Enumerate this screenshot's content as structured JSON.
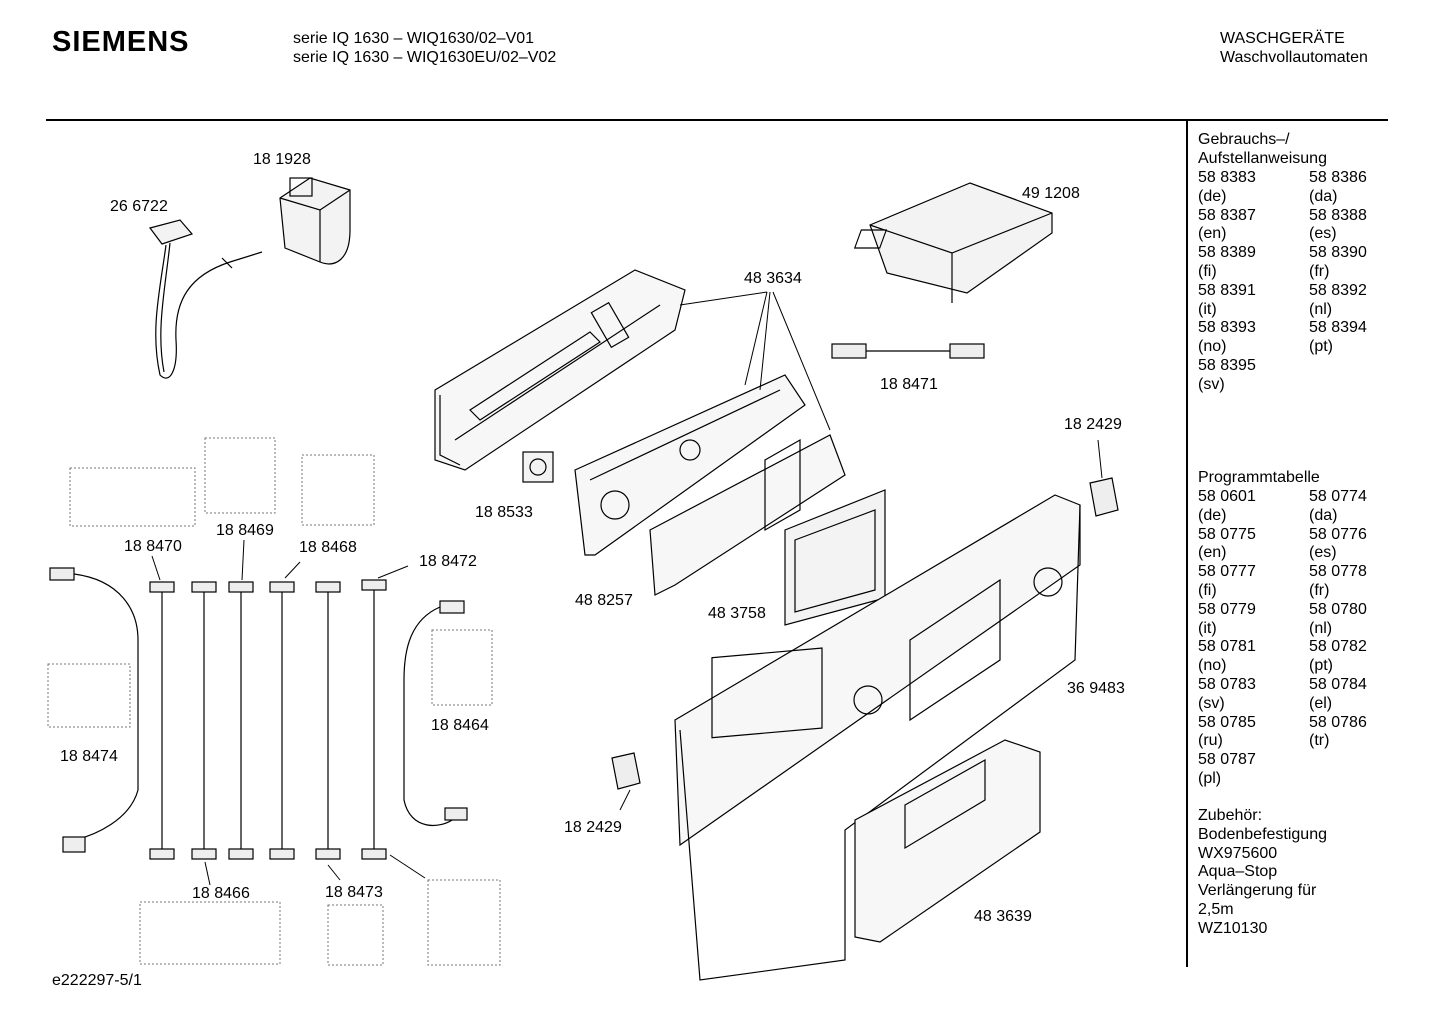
{
  "header": {
    "brand": "SIEMENS",
    "series_lines": [
      "serie IQ 1630 – WIQ1630/02–V01",
      "serie IQ 1630 – WIQ1630EU/02–V02"
    ],
    "category_lines": [
      "WASCHGERÄTE",
      "Waschvollautomaten"
    ]
  },
  "diagram": {
    "part_labels": [
      {
        "id": "p181928",
        "text": "18 1928"
      },
      {
        "id": "p266722",
        "text": "26 6722"
      },
      {
        "id": "p491208",
        "text": "49 1208"
      },
      {
        "id": "p483634",
        "text": "48 3634"
      },
      {
        "id": "p188471",
        "text": "18 8471"
      },
      {
        "id": "p182429a",
        "text": "18 2429"
      },
      {
        "id": "p188533",
        "text": "18 8533"
      },
      {
        "id": "p188470",
        "text": "18 8470"
      },
      {
        "id": "p188469",
        "text": "18 8469"
      },
      {
        "id": "p188468",
        "text": "18 8468"
      },
      {
        "id": "p188472",
        "text": "18 8472"
      },
      {
        "id": "p488257",
        "text": "48 8257"
      },
      {
        "id": "p483758",
        "text": "48 3758"
      },
      {
        "id": "p369483",
        "text": "36 9483"
      },
      {
        "id": "p188474",
        "text": "18 8474"
      },
      {
        "id": "p188464",
        "text": "18 8464"
      },
      {
        "id": "p182429b",
        "text": "18 2429"
      },
      {
        "id": "p188466",
        "text": "18 8466"
      },
      {
        "id": "p188473",
        "text": "18 8473"
      },
      {
        "id": "p483639",
        "text": "48 3639"
      }
    ]
  },
  "sidebar": {
    "manual": {
      "title_lines": [
        "Gebrauchs–/",
        "Aufstellanweisung"
      ],
      "entries": [
        [
          "58 8383",
          "58 8386"
        ],
        [
          "(de)",
          "(da)"
        ],
        [
          "58 8387",
          "58 8388"
        ],
        [
          "(en)",
          "(es)"
        ],
        [
          "58 8389",
          "58 8390"
        ],
        [
          "(fi)",
          "(fr)"
        ],
        [
          "58 8391",
          "58 8392"
        ],
        [
          "(it)",
          "(nl)"
        ],
        [
          "58 8393",
          "58 8394"
        ],
        [
          "(no)",
          "(pt)"
        ],
        [
          "58 8395",
          ""
        ],
        [
          "(sv)",
          ""
        ]
      ]
    },
    "program_table": {
      "title": "Programmtabelle",
      "entries": [
        [
          "58 0601",
          "58 0774"
        ],
        [
          "(de)",
          "(da)"
        ],
        [
          "58 0775",
          "58 0776"
        ],
        [
          "(en)",
          "(es)"
        ],
        [
          "58 0777",
          "58 0778"
        ],
        [
          "(fi)",
          "(fr)"
        ],
        [
          "58 0779",
          "58 0780"
        ],
        [
          "(it)",
          "(nl)"
        ],
        [
          "58 0781",
          "58 0782"
        ],
        [
          "(no)",
          "(pt)"
        ],
        [
          "58 0783",
          "58 0784"
        ],
        [
          "(sv)",
          "(el)"
        ],
        [
          "58 0785",
          "58 0786"
        ],
        [
          "(ru)",
          "(tr)"
        ],
        [
          "58 0787",
          ""
        ],
        [
          "(pl)",
          ""
        ]
      ]
    },
    "accessories": {
      "lines": [
        "Zubehör:",
        "Bodenbefestigung",
        "WX975600",
        "Aqua–Stop",
        "Verlängerung für",
        "2,5m",
        "WZ10130"
      ]
    }
  },
  "footer": {
    "drawing_id": "e222297-5/1"
  }
}
